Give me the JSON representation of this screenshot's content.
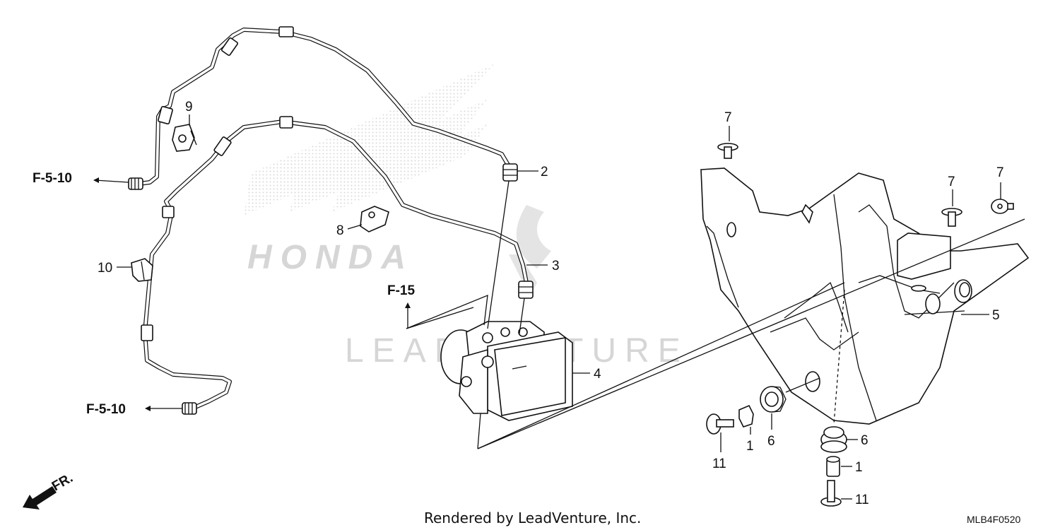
{
  "colors": {
    "ink": "#111111",
    "watermark": "#d6d6d6",
    "background": "#ffffff"
  },
  "watermark": {
    "brand": "HONDA",
    "text": "LEADVENTURE"
  },
  "refs": {
    "f5_10_upper": "F-5-10",
    "f5_10_lower": "F-5-10",
    "f15": "F-15"
  },
  "callouts": {
    "c1a": "1",
    "c1b": "1",
    "c2": "2",
    "c3": "3",
    "c4": "4",
    "c5": "5",
    "c6a": "6",
    "c6b": "6",
    "c7a": "7",
    "c7b": "7",
    "c7c": "7",
    "c8": "8",
    "c9": "9",
    "c10": "10",
    "c11a": "11",
    "c11b": "11"
  },
  "direction": {
    "label": "FR."
  },
  "footer": {
    "credit": "Rendered by LeadVenture, Inc.",
    "code": "MLB4F0520"
  }
}
